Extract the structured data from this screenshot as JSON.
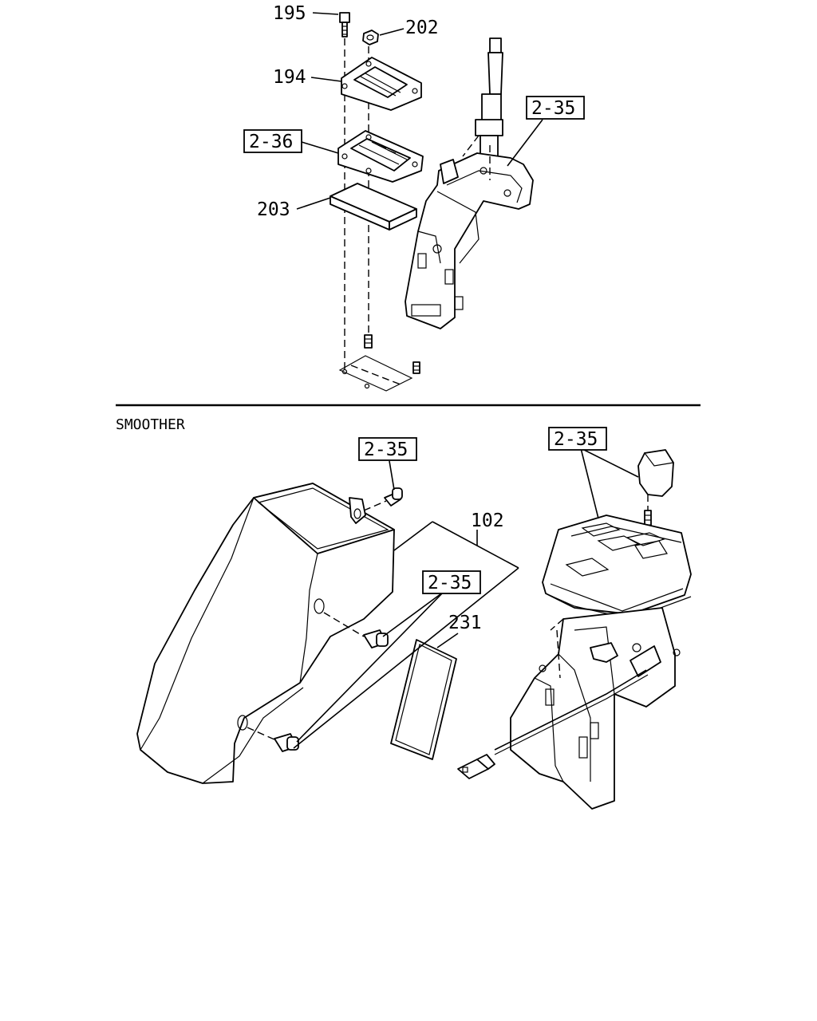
{
  "upper": {
    "callouts": {
      "c195": "195",
      "c202": "202",
      "c194": "194",
      "c236": "2-36",
      "c235": "2-35",
      "c203": "203"
    }
  },
  "section_title": "SMOOTHER",
  "lower": {
    "callouts": {
      "c235_top_left": "2-35",
      "c235_top_right": "2-35",
      "c102": "102",
      "c235_mid": "2-35",
      "c231": "231"
    }
  }
}
